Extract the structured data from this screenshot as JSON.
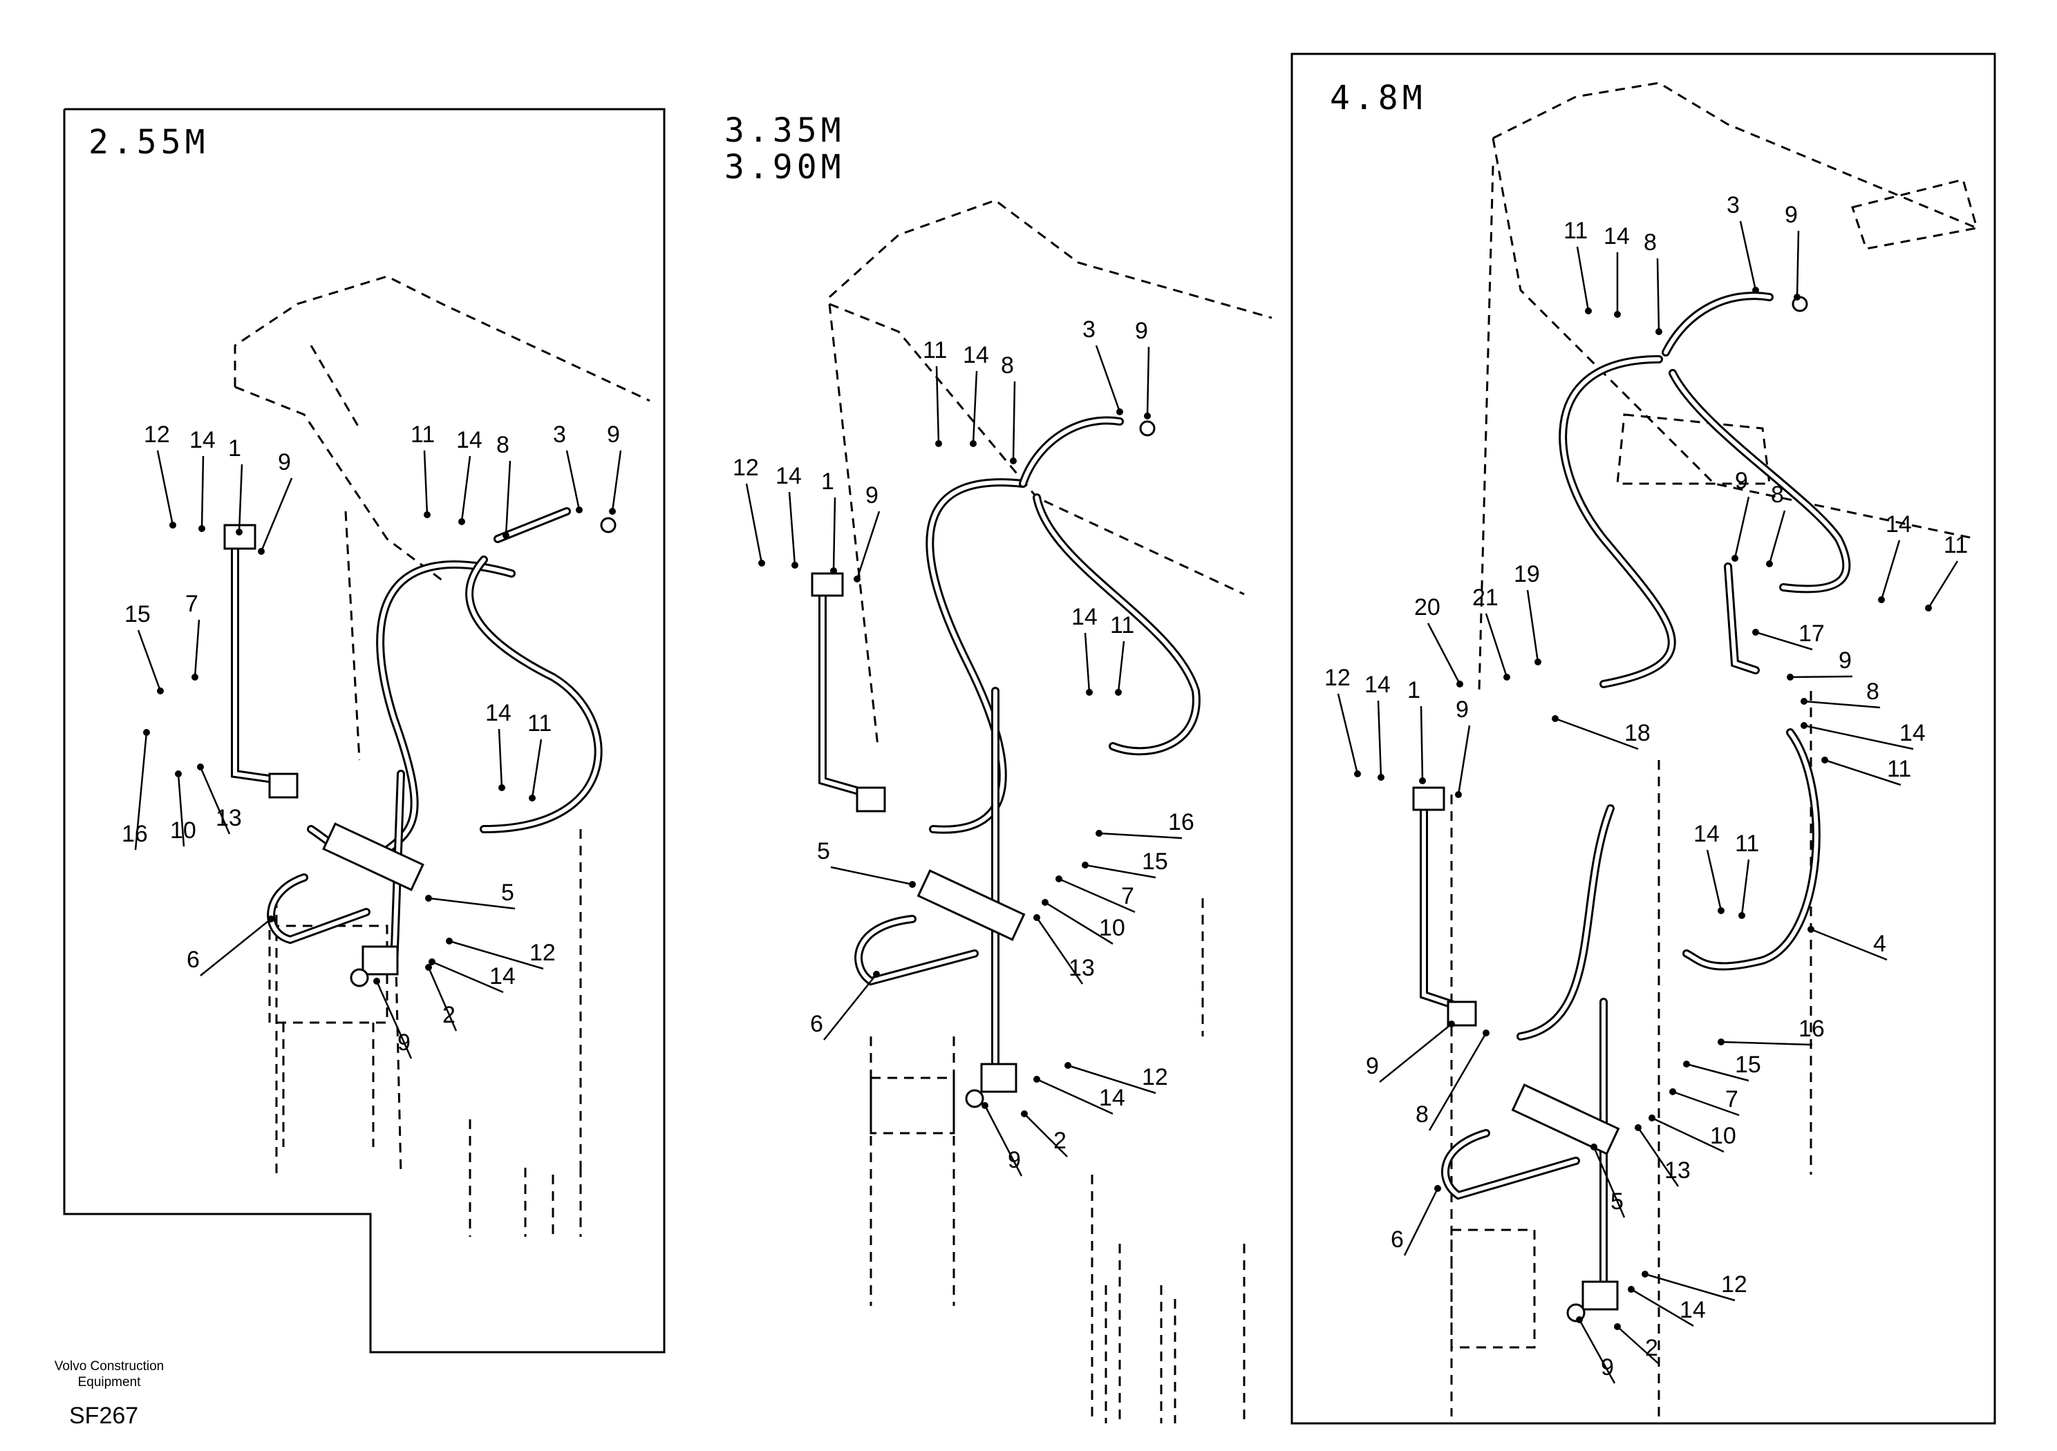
{
  "panels": [
    {
      "titles": [
        "2.55M"
      ],
      "callouts": [
        "12",
        "14",
        "1",
        "9",
        "11",
        "14",
        "8",
        "3",
        "9",
        "15",
        "7",
        "16",
        "10",
        "13",
        "14",
        "11",
        "5",
        "6",
        "12",
        "14",
        "9",
        "2"
      ]
    },
    {
      "titles": [
        "3.35M",
        "3.90M"
      ],
      "callouts": [
        "11",
        "14",
        "8",
        "3",
        "9",
        "12",
        "14",
        "1",
        "9",
        "14",
        "11",
        "5",
        "16",
        "15",
        "7",
        "10",
        "13",
        "6",
        "12",
        "14",
        "9",
        "2"
      ]
    },
    {
      "titles": [
        "4.8M"
      ],
      "callouts": [
        "11",
        "14",
        "8",
        "3",
        "9",
        "9",
        "8",
        "14",
        "11",
        "17",
        "20",
        "21",
        "19",
        "18",
        "9",
        "8",
        "14",
        "11",
        "12",
        "14",
        "1",
        "9",
        "14",
        "11",
        "4",
        "9",
        "16",
        "15",
        "7",
        "8",
        "10",
        "13",
        "5",
        "6",
        "12",
        "14",
        "9",
        "2"
      ]
    }
  ],
  "footer": {
    "company": "Volvo Construction Equipment",
    "code": "SF267"
  }
}
